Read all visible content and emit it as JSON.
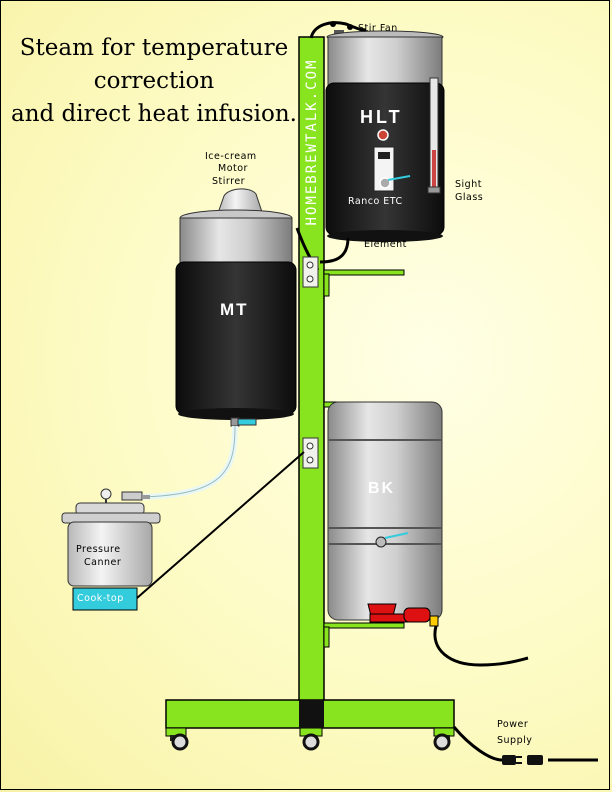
{
  "headline": {
    "line1": "Steam for temperature",
    "line2": "correction",
    "line3": "and direct heat infusion."
  },
  "watermark": "HOMEBREWTALK.COM",
  "labels": {
    "stir_fan": "Stir Fan",
    "hlt": "HLT",
    "ranco_etc": "Ranco ETC",
    "sight_glass_1": "Sight",
    "sight_glass_2": "Glass",
    "element": "Element",
    "stirrer_1": "Ice-cream",
    "stirrer_2": "Motor",
    "stirrer_3": "Stirrer",
    "mt": "MT",
    "bk": "BK",
    "canner_1": "Pressure",
    "canner_2": "Canner",
    "cooktop": "Cook-top",
    "power_1": "Power",
    "power_2": "Supply"
  },
  "colors": {
    "frame_green": "#88e41e",
    "vessel_black": "#1c1c1c",
    "steel": "#c8c8c8",
    "cooktop_blue": "#33ccdd",
    "burner_red": "#dd1111",
    "background": "#fdfbc4"
  }
}
